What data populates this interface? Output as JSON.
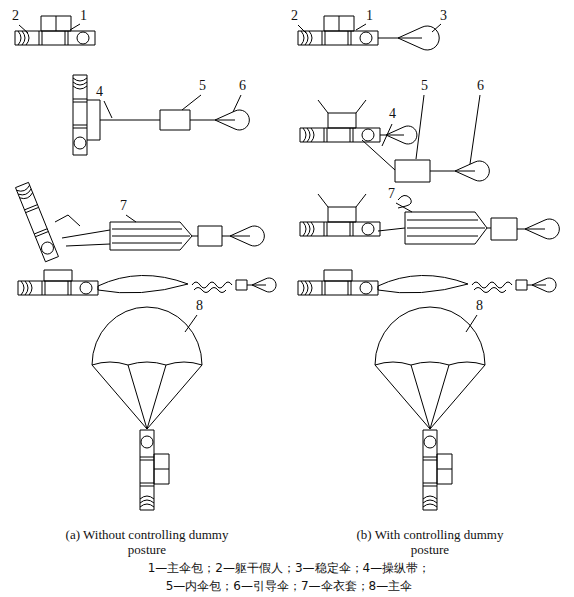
{
  "diagram": {
    "labels": [
      "2",
      "1",
      "2",
      "1",
      "3",
      "4",
      "5",
      "6",
      "4",
      "5",
      "6",
      "7",
      "7",
      "8",
      "8",
      "(a) Without controlling dummy posture",
      "(b) With controlling dummy posture",
      "1—主伞包；2—躯干假人；3—稳定伞；4—操纵带；",
      "5—内伞包；6—引导伞；7—伞衣套；8—主伞"
    ]
  }
}
